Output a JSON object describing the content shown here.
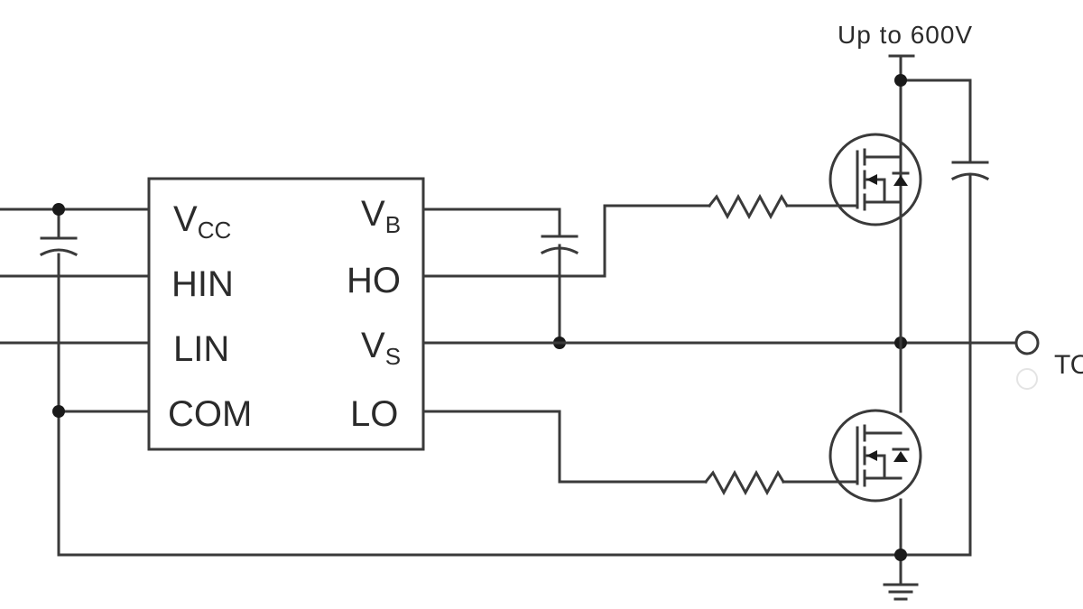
{
  "supply_label": "Up to 600V",
  "output_label": "TO",
  "ic_pins": {
    "left": [
      {
        "main": "V",
        "sub": "CC"
      },
      {
        "main": "HIN",
        "sub": ""
      },
      {
        "main": "LIN",
        "sub": ""
      },
      {
        "main": "COM",
        "sub": ""
      }
    ],
    "right": [
      {
        "main": "V",
        "sub": "B"
      },
      {
        "main": "HO",
        "sub": ""
      },
      {
        "main": "V",
        "sub": "S"
      },
      {
        "main": "LO",
        "sub": ""
      }
    ]
  },
  "colors": {
    "line": "#3a3a3a",
    "text": "#2b2b2b"
  }
}
